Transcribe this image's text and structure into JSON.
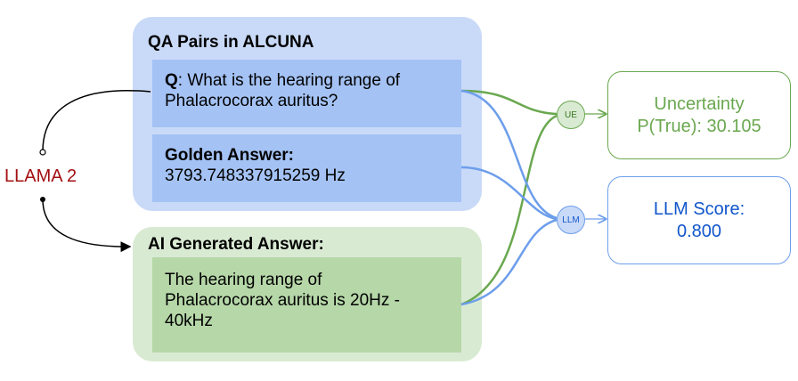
{
  "qa_panel": {
    "title": "QA Pairs in ALCUNA"
  },
  "question": {
    "prefix": "Q",
    "text": ": What is the hearing range of Phalacrocorax auritus?"
  },
  "golden": {
    "label": "Golden Answer:",
    "value": "3793.748337915259 Hz"
  },
  "ai_panel": {
    "title": "AI Generated Answer:"
  },
  "ai_answer": {
    "text": "The hearing range of Phalacrocorax auritus is 20Hz - 40kHz"
  },
  "llama": {
    "label": "LLAMA 2"
  },
  "nodes": {
    "ue": "UE",
    "llm": "LLM"
  },
  "outputs": {
    "uncertainty": {
      "title": "Uncertainty",
      "value": "P(True): 30.105"
    },
    "llm_score": {
      "title": "LLM Score:",
      "value": "0.800"
    }
  },
  "colors": {
    "green": "#6aa84f",
    "blue": "#6d9eeb",
    "llama_red": "#a30f12"
  }
}
